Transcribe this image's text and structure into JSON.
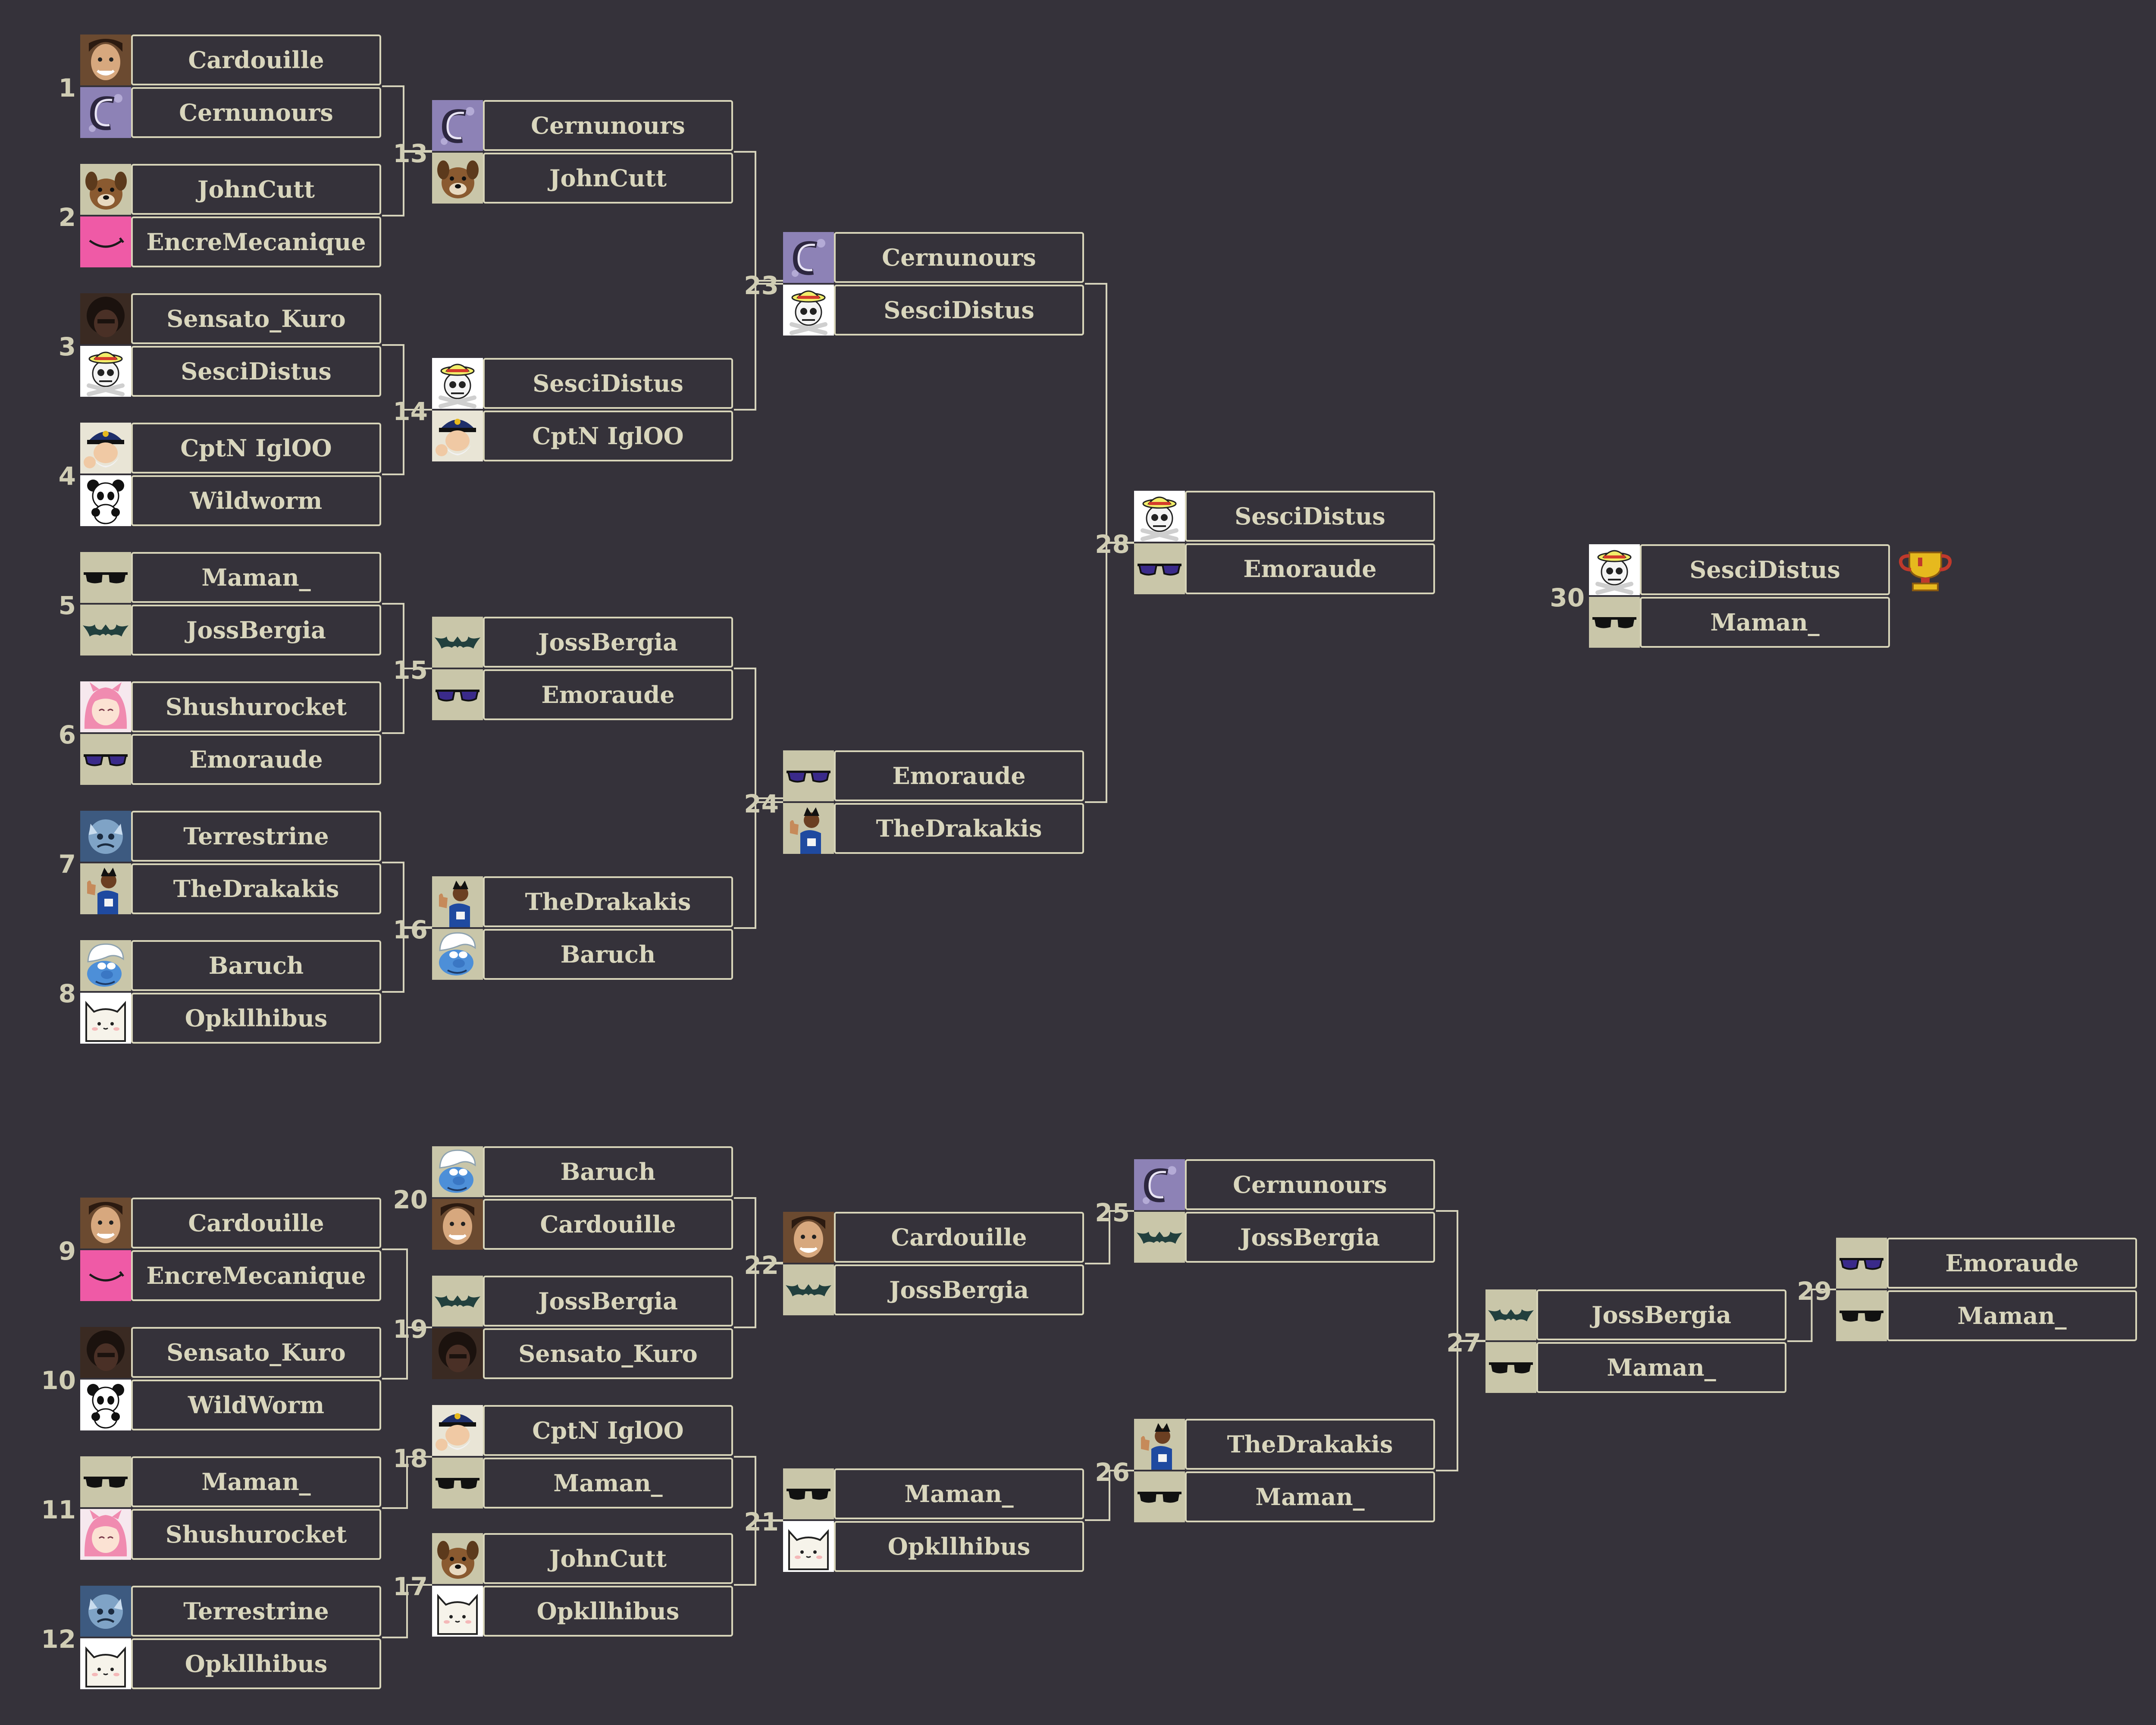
{
  "colors": {
    "background": "#35323a",
    "box_border": "#d8d5b9",
    "text": "#d9d6bd",
    "avatar_bg": "#c9c6a9",
    "connector": "#d6d3bb",
    "trophy": "#e6b91e"
  },
  "players": {
    "Cardouille": "face-photo-icon",
    "Cernunours": "purple-c-logo-icon",
    "JohnCutt": "dog-icon",
    "EncreMecanique": "pink-smile-icon",
    "Sensato_Kuro": "dark-face-icon",
    "SesciDistus": "pirate-skull-icon",
    "CptN IglOO": "captain-icon",
    "Wildworm": "panda-icon",
    "WildWorm": "panda-icon",
    "Maman_": "black-sunglasses-icon",
    "JossBergia": "bat-icon",
    "Shushurocket": "pink-hair-girl-icon",
    "Emoraude": "purple-sunglasses-icon",
    "Terrestrine": "blue-creature-icon",
    "TheDrakakis": "thumbs-up-person-icon",
    "Baruch": "smurf-icon",
    "Opkllhibus": "white-cat-icon"
  },
  "matches": [
    {
      "num": "1",
      "p1": "Cardouille",
      "p2": "Cernunours"
    },
    {
      "num": "2",
      "p1": "JohnCutt",
      "p2": "EncreMecanique"
    },
    {
      "num": "3",
      "p1": "Sensato_Kuro",
      "p2": "SesciDistus"
    },
    {
      "num": "4",
      "p1": "CptN IglOO",
      "p2": "Wildworm"
    },
    {
      "num": "5",
      "p1": "Maman_",
      "p2": "JossBergia"
    },
    {
      "num": "6",
      "p1": "Shushurocket",
      "p2": "Emoraude"
    },
    {
      "num": "7",
      "p1": "Terrestrine",
      "p2": "TheDrakakis"
    },
    {
      "num": "8",
      "p1": "Baruch",
      "p2": "Opkllhibus"
    },
    {
      "num": "13",
      "p1": "Cernunours",
      "p2": "JohnCutt"
    },
    {
      "num": "14",
      "p1": "SesciDistus",
      "p2": "CptN IglOO"
    },
    {
      "num": "15",
      "p1": "JossBergia",
      "p2": "Emoraude"
    },
    {
      "num": "16",
      "p1": "TheDrakakis",
      "p2": "Baruch"
    },
    {
      "num": "23",
      "p1": "Cernunours",
      "p2": "SesciDistus"
    },
    {
      "num": "24",
      "p1": "Emoraude",
      "p2": "TheDrakakis"
    },
    {
      "num": "28",
      "p1": "SesciDistus",
      "p2": "Emoraude"
    },
    {
      "num": "30",
      "p1": "SesciDistus",
      "p2": "Maman_"
    },
    {
      "num": "9",
      "p1": "Cardouille",
      "p2": "EncreMecanique"
    },
    {
      "num": "10",
      "p1": "Sensato_Kuro",
      "p2": "WildWorm"
    },
    {
      "num": "11",
      "p1": "Maman_",
      "p2": "Shushurocket"
    },
    {
      "num": "12",
      "p1": "Terrestrine",
      "p2": "Opkllhibus"
    },
    {
      "num": "20",
      "p1": "Baruch",
      "p2": "Cardouille"
    },
    {
      "num": "19",
      "p1": "JossBergia",
      "p2": "Sensato_Kuro"
    },
    {
      "num": "18",
      "p1": "CptN IglOO",
      "p2": "Maman_"
    },
    {
      "num": "17",
      "p1": "JohnCutt",
      "p2": "Opkllhibus"
    },
    {
      "num": "22",
      "p1": "Cardouille",
      "p2": "JossBergia"
    },
    {
      "num": "21",
      "p1": "Maman_",
      "p2": "Opkllhibus"
    },
    {
      "num": "25",
      "p1": "Cernunours",
      "p2": "JossBergia"
    },
    {
      "num": "26",
      "p1": "TheDrakakis",
      "p2": "Maman_"
    },
    {
      "num": "27",
      "p1": "JossBergia",
      "p2": "Maman_"
    },
    {
      "num": "29",
      "p1": "Emoraude",
      "p2": "Maman_"
    }
  ],
  "champion_icon": "trophy-icon"
}
